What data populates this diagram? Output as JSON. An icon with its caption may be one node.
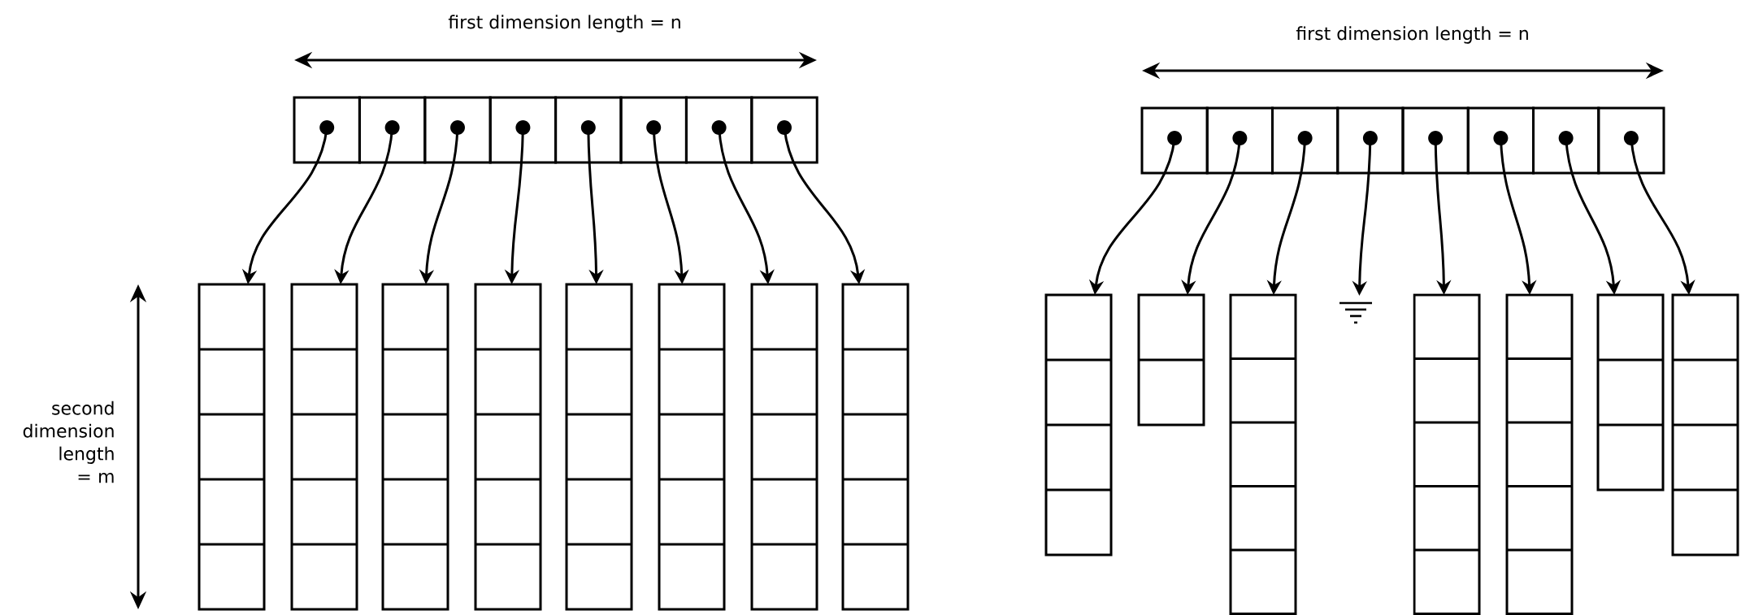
{
  "diagram": {
    "nodes": [
      {
        "text": [],
        "shape": "box"
      },
      {
        "text": [],
        "shape": "box"
      },
      {
        "text": [],
        "shape": "box"
      },
      {
        "text": [],
        "shape": "box"
      },
      {
        "text": [],
        "shape": "box"
      },
      {
        "text": [],
        "shape": "box"
      },
      {
        "text": [],
        "shape": "box"
      },
      {
        "text": [],
        "shape": "box"
      },
      {
        "text": [],
        "shape": "box"
      },
      {
        "text": [],
        "shape": "box"
      },
      {
        "text": [],
        "shape": "box"
      },
      {
        "text": [],
        "shape": "box"
      },
      {
        "text": [],
        "shape": "box"
      },
      {
        "text": [],
        "shape": "box"
      },
      {
        "text": [],
        "shape": "box"
      },
      {
        "text": [],
        "shape": "box"
      },
      {
        "text": [],
        "shape": "box"
      },
      {
        "text": [],
        "shape": "box"
      },
      {
        "text": [],
        "shape": "box"
      },
      {
        "text": [],
        "shape": "box"
      },
      {
        "text": [],
        "shape": "box"
      },
      {
        "text": [],
        "shape": "box"
      },
      {
        "text": [],
        "shape": "box"
      },
      {
        "text": [],
        "shape": "box"
      },
      {
        "text": [],
        "shape": "box"
      },
      {
        "text": [],
        "shape": "box"
      },
      {
        "text": [],
        "shape": "box"
      },
      {
        "text": [],
        "shape": "ground"
      },
      {
        "text": [],
        "shape": "box"
      },
      {
        "text": [],
        "shape": "box"
      },
      {
        "text": [],
        "shape": "box"
      },
      {
        "text": [],
        "shape": "box"
      }
    ],
    "edges": [
      {
        "from": 0,
        "to": 8,
        "arrow": "to"
      },
      {
        "from": 1,
        "to": 9,
        "arrow": "to"
      },
      {
        "from": 2,
        "to": 10,
        "arrow": "to"
      },
      {
        "from": 3,
        "to": 11,
        "arrow": "to"
      },
      {
        "from": 4,
        "to": 12,
        "arrow": "to"
      },
      {
        "from": 5,
        "to": 13,
        "arrow": "to"
      },
      {
        "from": 6,
        "to": 14,
        "arrow": "to"
      },
      {
        "from": 7,
        "to": 15,
        "arrow": "to"
      },
      {
        "from": 16,
        "to": 24,
        "arrow": "to"
      },
      {
        "from": 17,
        "to": 25,
        "arrow": "to"
      },
      {
        "from": 18,
        "to": 26,
        "arrow": "to"
      },
      {
        "from": 19,
        "to": 27,
        "arrow": "to"
      },
      {
        "from": 20,
        "to": 28,
        "arrow": "to"
      },
      {
        "from": 21,
        "to": 29,
        "arrow": "to"
      },
      {
        "from": 22,
        "to": 30,
        "arrow": "to"
      },
      {
        "from": 23,
        "to": 31,
        "arrow": "to"
      }
    ],
    "labels": [
      "first dimension length = n",
      "second dimension length = m",
      "first dimension length = n"
    ]
  }
}
